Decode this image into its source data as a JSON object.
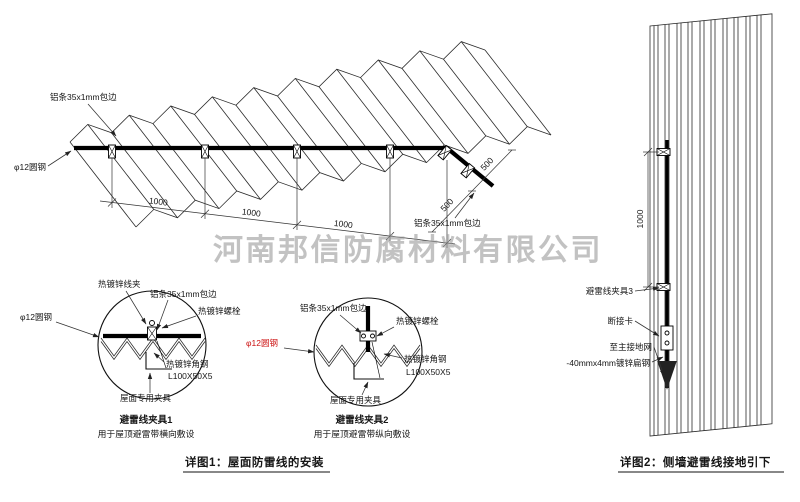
{
  "watermark": {
    "text": "河南邦信防腐材料有限公司"
  },
  "shared": {
    "alu_edge": "铝条35x1mm包边",
    "round_steel": "φ12圆钢",
    "wire_clip": "热镀锌线夹",
    "bolt": "热镀锌螺栓",
    "angle_steel": "热镀锌角钢",
    "angle_spec": "L100X50X5",
    "roof_clamp": "屋面专用夹具"
  },
  "roof": {
    "dim_1000": "1000",
    "dim_500": "500"
  },
  "detail1": {
    "title": "避雷线夹具1",
    "subtitle": "用于屋顶避雷带横向敷设"
  },
  "detail2": {
    "title": "避雷线夹具2",
    "subtitle": "用于屋顶避雷带纵向敷设"
  },
  "figure1": {
    "caption": "详图1：屋面防雷线的安装"
  },
  "figure2": {
    "caption": "详图2：侧墙避雷线接地引下",
    "clamp3": "避雷线夹具3",
    "break_card": "断接卡",
    "to_ground": "至主接地网",
    "flat_steel": "-40mmx4mm镀锌扁钢",
    "dim_1000": "1000"
  },
  "colors": {
    "red_label": "#cc1111",
    "line": "#1a1a1a",
    "watermark": "#9b9b9b"
  }
}
